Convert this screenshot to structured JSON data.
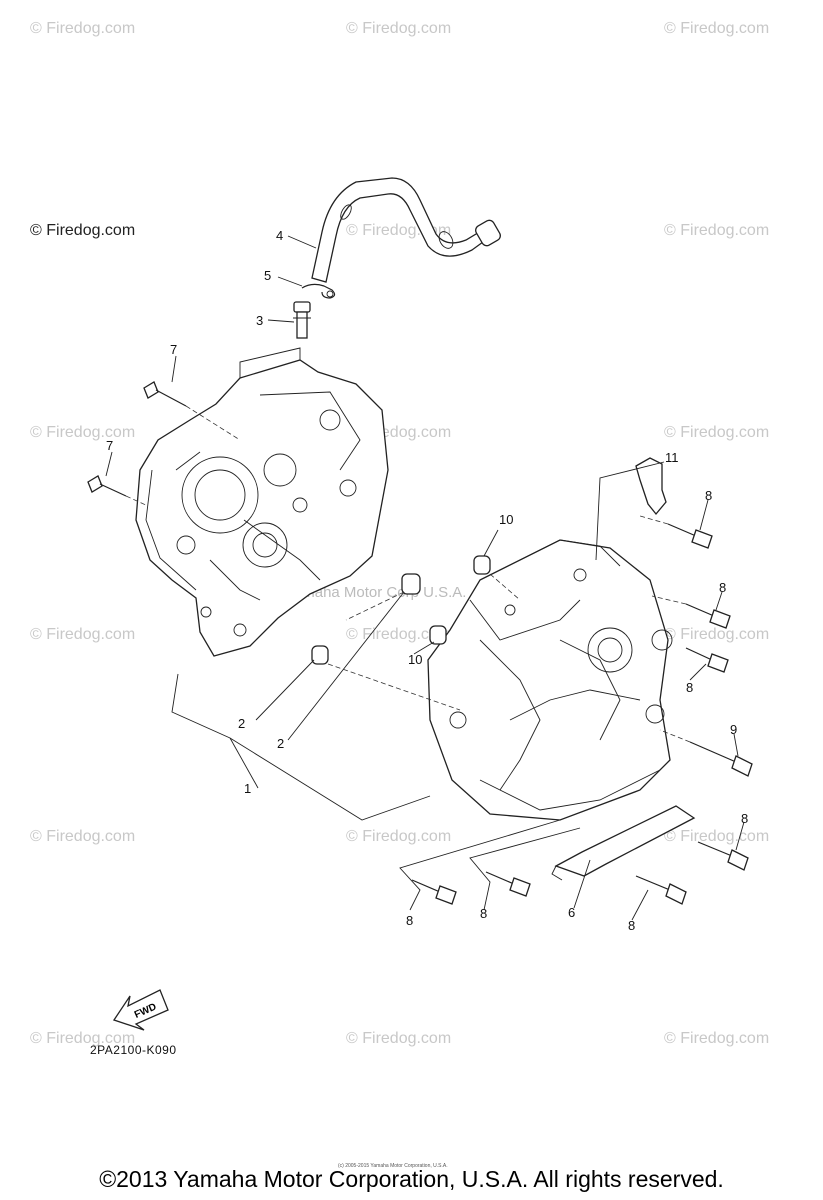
{
  "watermarks": {
    "short": "© Firedog.com",
    "light": "© Firedog.com",
    "center": "Yamaha Motor Corp U.S.A."
  },
  "callouts": [
    "1",
    "2",
    "2",
    "3",
    "4",
    "5",
    "6",
    "7",
    "7",
    "8",
    "8",
    "8",
    "8",
    "8",
    "8",
    "8",
    "9",
    "10",
    "10",
    "11"
  ],
  "fwd_label": "FWD",
  "diagram_code": "2PA2100-K090",
  "tiny_notice": "(c) 2005-2015 Yamaha Motor Corporation, U.S.A.",
  "footer": "©2013 Yamaha Motor Corporation, U.S.A. All rights reserved."
}
